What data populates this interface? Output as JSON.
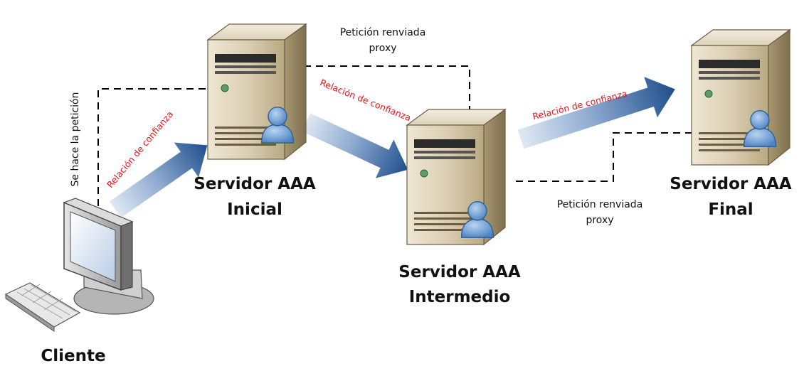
{
  "nodes": {
    "client": {
      "label": "Cliente"
    },
    "server_initial": {
      "line1": "Servidor AAA",
      "line2": "Inicial"
    },
    "server_intermediate": {
      "line1": "Servidor AAA",
      "line2": "Intermedio"
    },
    "server_final": {
      "line1": "Servidor AAA",
      "line2": "Final"
    }
  },
  "connections": {
    "client_request": "Se hace la petición",
    "proxy_top": {
      "line1": "Petición renviada",
      "line2": "proxy"
    },
    "proxy_bottom": {
      "line1": "Petición renviada",
      "line2": "proxy"
    }
  },
  "trust_relations": {
    "client_to_initial": "Relación de confianza",
    "initial_to_intermediate": "Relación de confianza",
    "intermediate_to_final": "Relación de confianza"
  },
  "colors": {
    "trust_text": "#e8141a",
    "arrow_dark": "#1f4e8c",
    "arrow_light": "#dfe8f4",
    "server_body": "#d9ccb0",
    "user_icon": "#6e9fd4"
  }
}
